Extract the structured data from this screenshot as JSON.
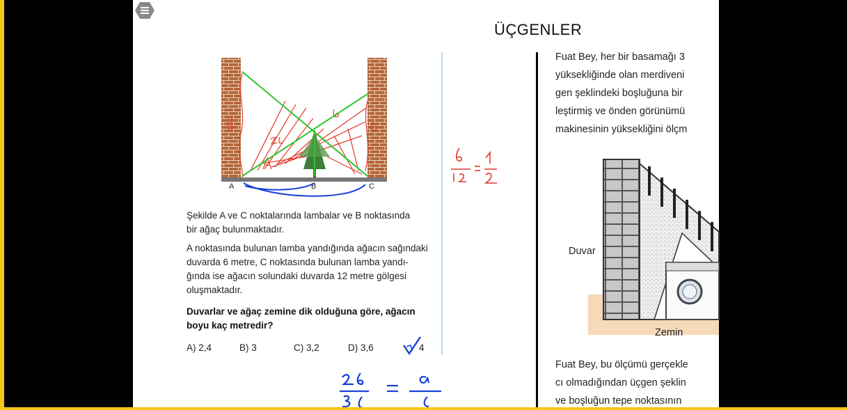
{
  "header": {
    "title": "ÜÇGENLER"
  },
  "figure": {
    "points": [
      "A",
      "B",
      "C"
    ]
  },
  "question": {
    "p1": "Şekilde A ve C noktalarında lambalar ve B noktasında",
    "p1b": "bir ağaç bulunmaktadır.",
    "p2a": "A noktasında bulunan lamba yandığında ağacın sağındaki",
    "p2b": "duvarda 6 metre, C noktasında bulunan lamba yandı-",
    "p2c": "ğında ise ağacın solundaki duvarda 12 metre gölgesi",
    "p2d": "oluşmaktadır.",
    "p3a": "Duvarlar ve ağaç zemine dik olduğuna göre, ağacın",
    "p3b": "boyu kaç metredir?",
    "choices": [
      "A) 2,4",
      "B) 3",
      "C) 3,2",
      "D) 3,6",
      "4"
    ]
  },
  "right": {
    "lines": [
      "Fuat Bey, her bir basamağı  3",
      "yüksekliğinde olan merdiveni",
      "gen şeklindeki boşluğuna bir",
      "leştirmiş ve önden görünümü",
      "makinesinin yüksekliğini ölçm"
    ],
    "wall_label": "Duvar",
    "floor_label": "Zemin",
    "bottom_lines": [
      "Fuat Bey, bu ölçümü gerçekle",
      "cı olmadığından üçgen şeklin",
      "ve boşluğun tepe noktasının"
    ]
  }
}
